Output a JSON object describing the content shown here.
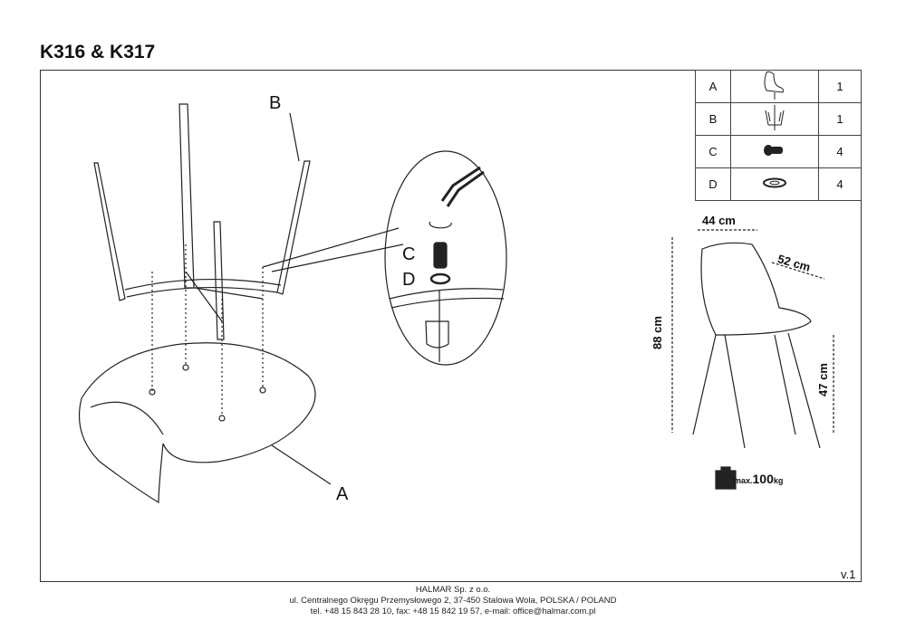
{
  "title": "K316 & K317",
  "parts": [
    {
      "letter": "A",
      "icon": "chair-shell-icon",
      "qty": "1"
    },
    {
      "letter": "B",
      "icon": "leg-frame-icon",
      "qty": "1"
    },
    {
      "letter": "C",
      "icon": "bolt-icon",
      "qty": "4"
    },
    {
      "letter": "D",
      "icon": "washer-icon",
      "qty": "4"
    }
  ],
  "callouts": {
    "a": "A",
    "b": "B",
    "c": "C",
    "d": "D"
  },
  "dimensions": {
    "width": "44 cm",
    "depth": "52 cm",
    "height": "88 cm",
    "seat_height": "47 cm"
  },
  "max_load": {
    "prefix": "max.",
    "value": "100",
    "unit": "kg"
  },
  "version": "v.1",
  "footer": {
    "company": "HALMAR Sp. z o.o.",
    "address": "ul. Centralnego Okręgu Przemysłowego 2, 37-450 Stalowa Wola, POLSKA / POLAND",
    "contact": "tel. +48 15 843 28 10, fax: +48 15 842 19 57, e-mail: office@halmar.com.pl"
  }
}
